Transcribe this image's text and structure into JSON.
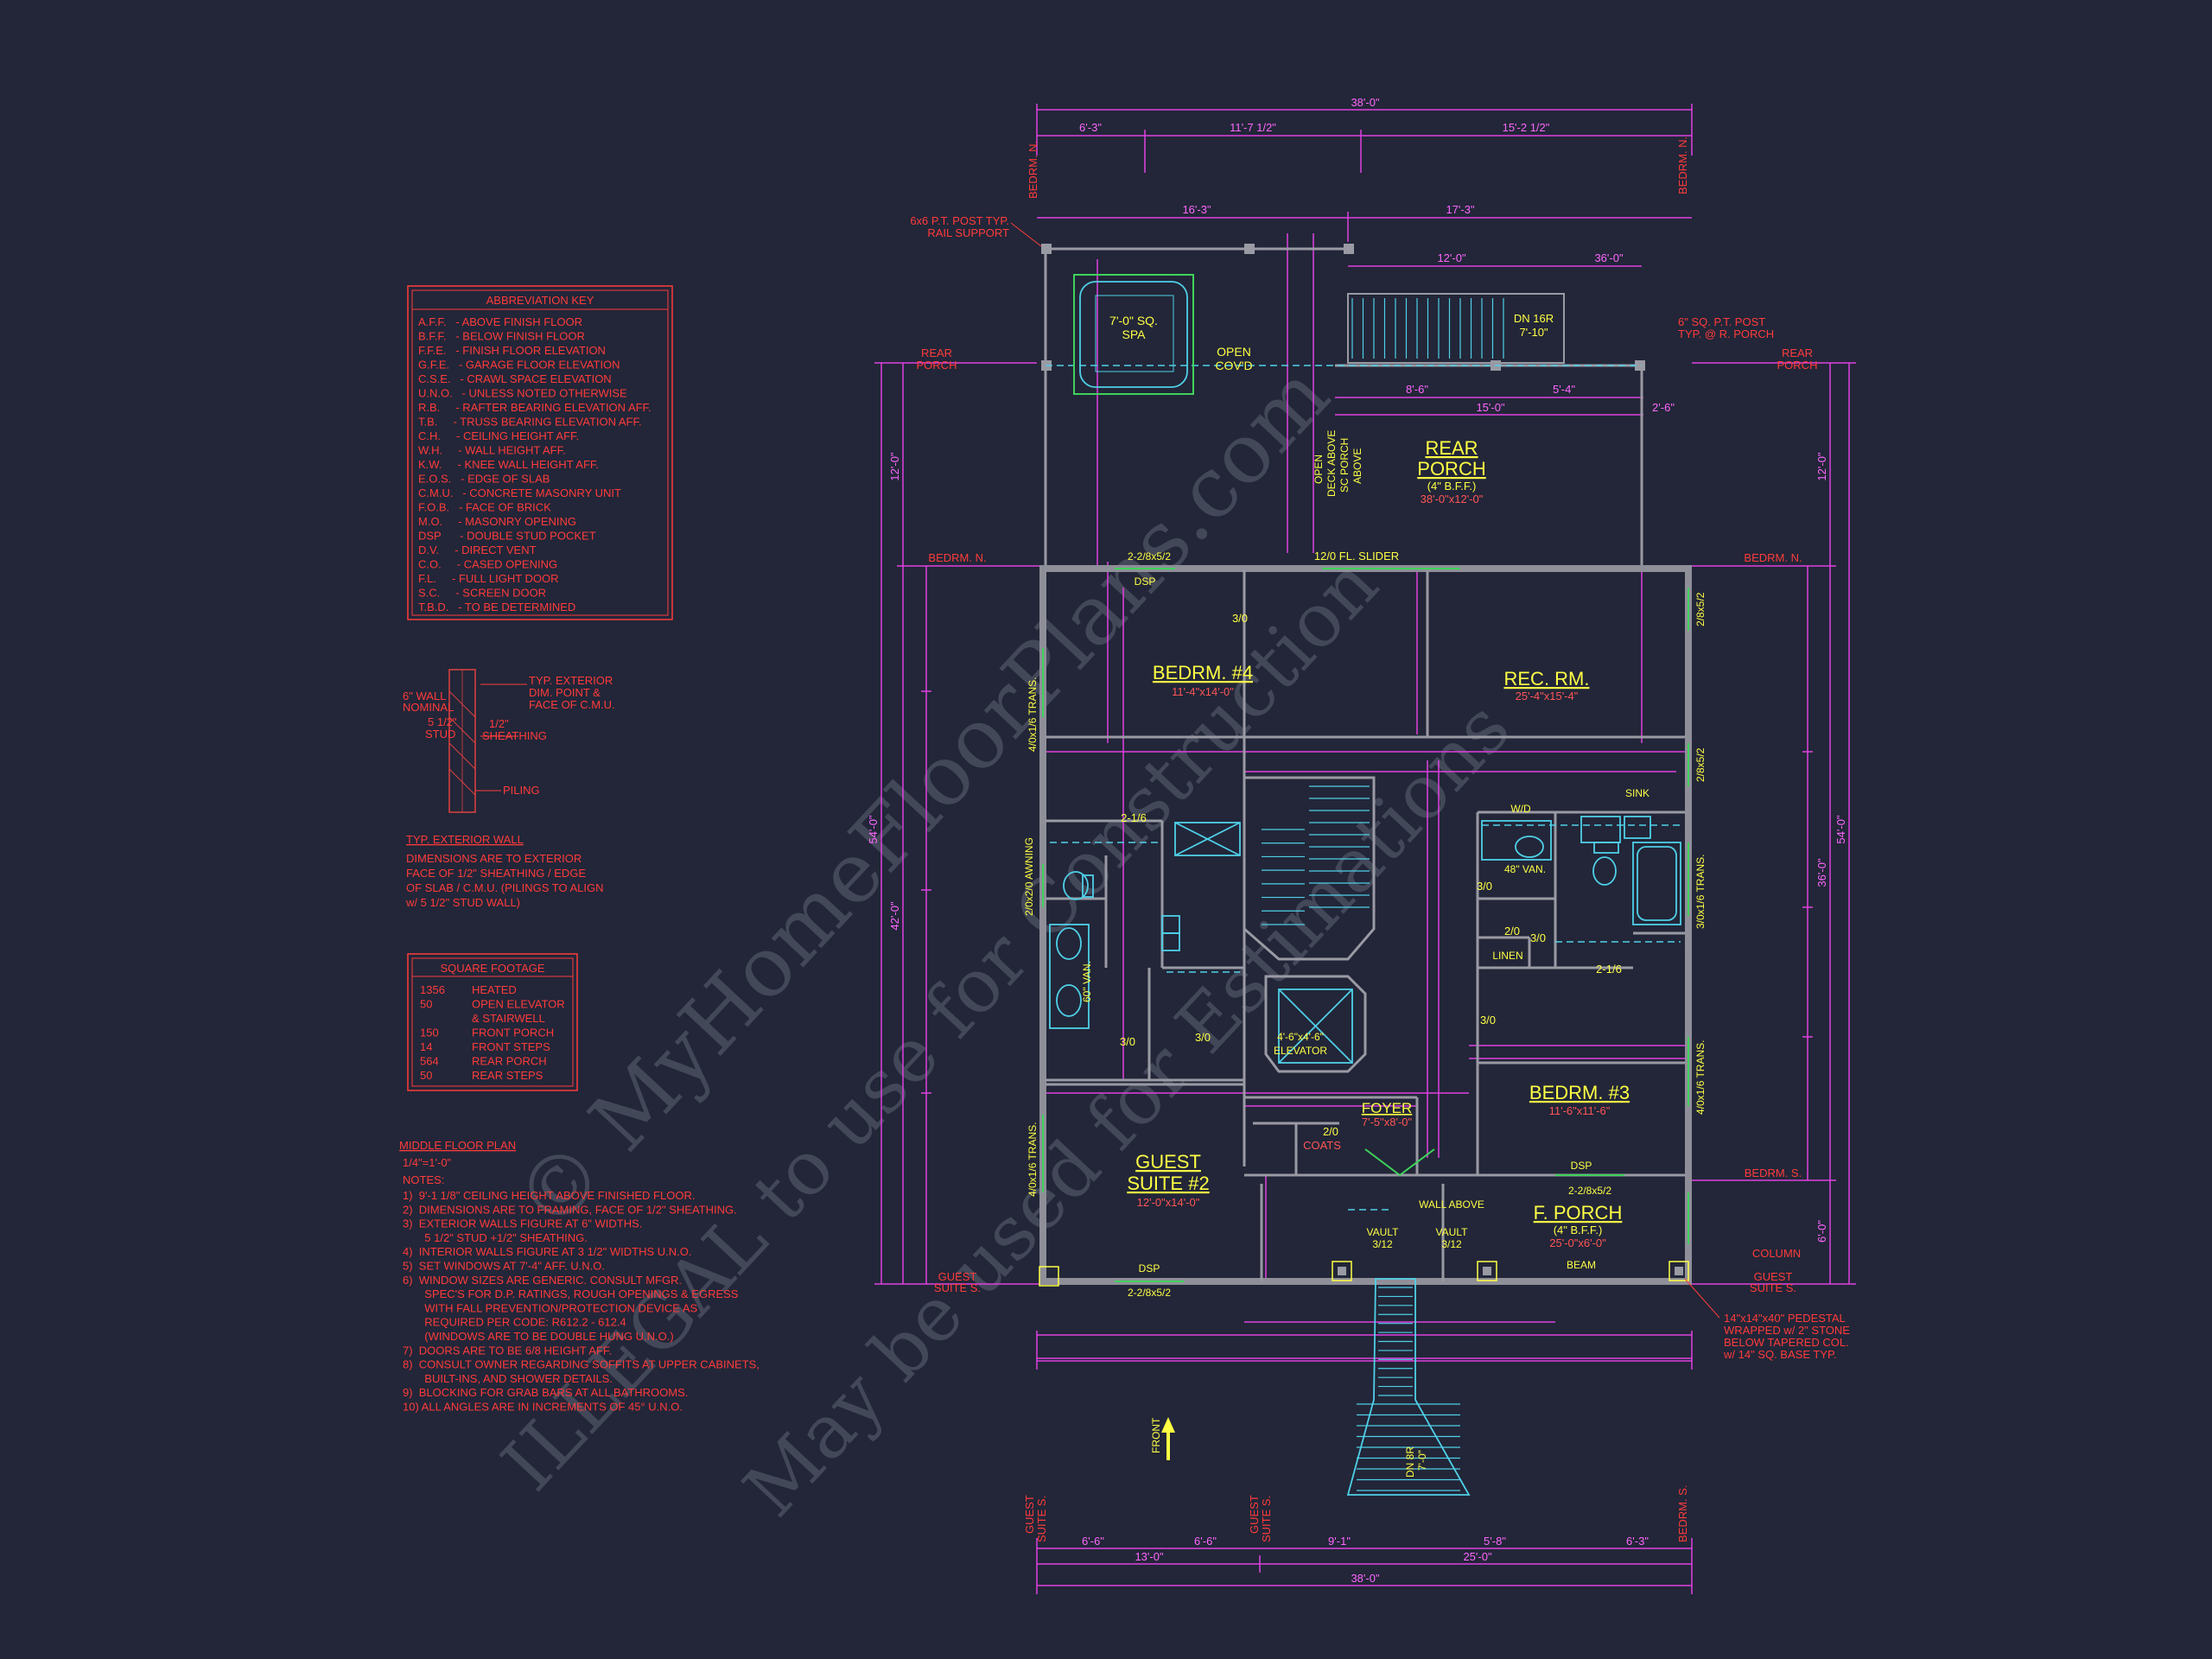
{
  "abbrev_key": {
    "title": "ABBREVIATION KEY",
    "items": [
      "A.F.F.   - ABOVE FINISH FLOOR",
      "B.F.F.   - BELOW FINISH FLOOR",
      "F.F.E.   - FINISH FLOOR ELEVATION",
      "G.F.E.   - GARAGE FLOOR ELEVATION",
      "C.S.E.   - CRAWL SPACE ELEVATION",
      "U.N.O.   - UNLESS NOTED OTHERWISE",
      "R.B.     - RAFTER BEARING ELEVATION AFF.",
      "T.B.     - TRUSS BEARING ELEVATION AFF.",
      "C.H.     - CEILING HEIGHT AFF.",
      "W.H.     - WALL HEIGHT AFF.",
      "K.W.     - KNEE WALL HEIGHT AFF.",
      "E.O.S.   - EDGE OF SLAB",
      "C.M.U.   - CONCRETE MASONRY UNIT",
      "F.O.B.   - FACE OF BRICK",
      "M.O.     - MASONRY OPENING",
      "DSP      - DOUBLE STUD POCKET",
      "D.V.     - DIRECT VENT",
      "C.O.     - CASED OPENING",
      "F.L.     - FULL LIGHT DOOR",
      "S.C.     - SCREEN DOOR",
      "T.B.D.   - TO BE DETERMINED"
    ]
  },
  "wall_detail": {
    "labels": [
      "TYP. EXTERIOR",
      "DIM. POINT &",
      "FACE OF C.M.U.",
      "6\" WALL",
      "NOMINAL",
      "5 1/2\"",
      "STUD",
      "1/2\"",
      "SHEATHING",
      "PILING"
    ],
    "title": "TYP. EXTERIOR WALL",
    "notes": [
      "DIMENSIONS ARE TO EXTERIOR",
      "FACE OF 1/2\" SHEATHING / EDGE",
      "OF SLAB / C.M.U. (PILINGS TO ALIGN",
      "w/ 5 1/2\" STUD WALL)"
    ]
  },
  "square_footage": {
    "title": "SQUARE FOOTAGE",
    "rows": [
      {
        "value": "1356",
        "label": "HEATED"
      },
      {
        "value": "50",
        "label": "OPEN ELEVATOR"
      },
      {
        "value": "",
        "label": "& STAIRWELL"
      },
      {
        "value": "150",
        "label": "FRONT PORCH"
      },
      {
        "value": "14",
        "label": "FRONT STEPS"
      },
      {
        "value": "564",
        "label": "REAR PORCH"
      },
      {
        "value": "50",
        "label": "REAR STEPS"
      }
    ]
  },
  "plan_notes": {
    "title": "MIDDLE FLOOR PLAN",
    "scale": "1/4\"=1'-0\"",
    "heading": "NOTES:",
    "items": [
      "1)  9'-1 1/8\" CEILING HEIGHT ABOVE FINISHED FLOOR.",
      "2)  DIMENSIONS ARE TO FRAMING, FACE OF 1/2\" SHEATHING.",
      "3)  EXTERIOR WALLS FIGURE AT 6\" WIDTHS.",
      "       5 1/2\" STUD +1/2\" SHEATHING.",
      "4)  INTERIOR WALLS FIGURE AT 3 1/2\" WIDTHS U.N.O.",
      "5)  SET WINDOWS AT 7'-4\" AFF. U.N.O.",
      "6)  WINDOW SIZES ARE GENERIC. CONSULT MFGR.",
      "       SPEC'S FOR D.P. RATINGS, ROUGH OPENINGS & EGRESS",
      "       WITH FALL PREVENTION/PROTECTION DEVICE AS",
      "       REQUIRED PER CODE: R612.2 - 612.4",
      "       (WINDOWS ARE TO BE DOUBLE HUNG U.N.O.)",
      "7)  DOORS ARE TO BE 6/8 HEIGHT AFF.",
      "8)  CONSULT OWNER REGARDING SOFFITS AT UPPER CABINETS,",
      "       BUILT-INS, AND SHOWER DETAILS.",
      "9)  BLOCKING FOR GRAB BARS AT ALL BATHROOMS.",
      "10) ALL ANGLES ARE IN INCREMENTS OF 45° U.N.O."
    ]
  },
  "rooms": {
    "bedroom4": {
      "name": "BEDRM. #4",
      "size": "11'-4\"x14'-0\""
    },
    "rec_room": {
      "name": "REC. RM.",
      "size": "25'-4\"x15'-4\""
    },
    "rear_porch": {
      "name": "REAR",
      "name2": "PORCH",
      "note": "(4\" B.F.F.)",
      "size": "38'-0\"x12'-0\""
    },
    "bedroom3": {
      "name": "BEDRM. #3",
      "size": "11'-6\"x11'-6\""
    },
    "guest_suite": {
      "name": "GUEST",
      "name2": "SUITE #2",
      "size": "12'-0\"x14'-0\""
    },
    "foyer": {
      "name": "FOYER",
      "size": "7'-5\"x8'-0\""
    },
    "front_porch": {
      "name": "F. PORCH",
      "note": "(4\" B.F.F.)",
      "size": "25'-0\"x6'-0\""
    },
    "spa": {
      "label": "7'-0\" SQ.",
      "label2": "SPA"
    },
    "elevator": {
      "label": "4'-6\"x4'-6\"",
      "label2": "ELEVATOR"
    },
    "linen": "LINEN",
    "coats": "COATS",
    "open_covd": {
      "l1": "OPEN",
      "l2": "COV'D"
    },
    "deck_note": {
      "l1": "OPEN",
      "l2": "DECK ABOVE",
      "l3": "SC PORCH",
      "l4": "ABOVE"
    }
  },
  "dimensions": {
    "top_overall": "38'-0\"",
    "top_segments": [
      "6'-3\"",
      "11'-7 1/2\"",
      "15'-2 1/2\""
    ],
    "porch_segments": [
      "16'-3\"",
      "17'-3\""
    ],
    "right_segments": [
      "12'-0\"",
      "36'-0\"",
      "6'-0\""
    ],
    "stair_labels": [
      "DN 16R",
      "7'-10\""
    ],
    "porch_dims": [
      "8'-6\"",
      "5'-4\"",
      "15'-0\"",
      "2'-6\""
    ],
    "left_overall": "54'-0\"",
    "left_segments": [
      "12'-0\"",
      "42'-0\""
    ],
    "right_overall": "54'-0\"",
    "bottom_overall": "38'-0\"",
    "bottom_segments": [
      "13'-0\"",
      "25'-0\""
    ],
    "bottom_detail": [
      "6'-6\"",
      "6'-6\"",
      "9'-1\"",
      "5'-8\"",
      "6'-3\""
    ],
    "front_steps": [
      "DN 8R",
      "7'-0\""
    ],
    "front_label": "FRONT",
    "misc": [
      "12/0 FL. SLIDER",
      "2-2/8x5/2",
      "DSP",
      "3/0",
      "2/0",
      "2-1/6",
      "VAULT",
      "3/12",
      "4/0x1/6 TRANS.",
      "3/0x1/6 TRANS.",
      "2/0x2/0 AWNING",
      "2/8x5/2",
      "BEAM",
      "WALL ABOVE",
      "SINK",
      "W/D",
      "48\" VAN.",
      "60\" VAN."
    ]
  },
  "callouts": {
    "post_left": [
      "6x6 P.T. POST TYP.",
      "RAIL SUPPORT"
    ],
    "post_right": [
      "6\" SQ. P.T. POST",
      "TYP. @ R. PORCH"
    ],
    "rear_porch_left": [
      "REAR",
      "PORCH"
    ],
    "rear_porch_right": [
      "REAR",
      "PORCH"
    ],
    "bedrm_n_left": "BEDRM. N.",
    "bedrm_n_right": "BEDRM. N.",
    "bedrm_s": "BEDRM. S.",
    "guest_suite_left": [
      "GUEST",
      "SUITE S."
    ],
    "guest_suite_right": [
      "GUEST",
      "SUITE S."
    ],
    "column": "COLUMN",
    "pedestal": [
      "14\"x14\"x40\" PEDESTAL",
      "WRAPPED w/ 2\" STONE",
      "BELOW TAPERED COL.",
      "w/ 14\" SQ. BASE TYP."
    ]
  },
  "watermark": {
    "line1": "© MyHomeFloorPlans.com",
    "line2": "ILLEGAL to use for Construction",
    "line3": "May be used for Estimations"
  },
  "colors": {
    "background": "#222638",
    "annotation": "#ff3b3b",
    "dimension": "#e040e0",
    "label": "#ffff44",
    "fixture": "#4fd0e8",
    "window": "#3fd35a",
    "wall": "#8f8f99"
  }
}
